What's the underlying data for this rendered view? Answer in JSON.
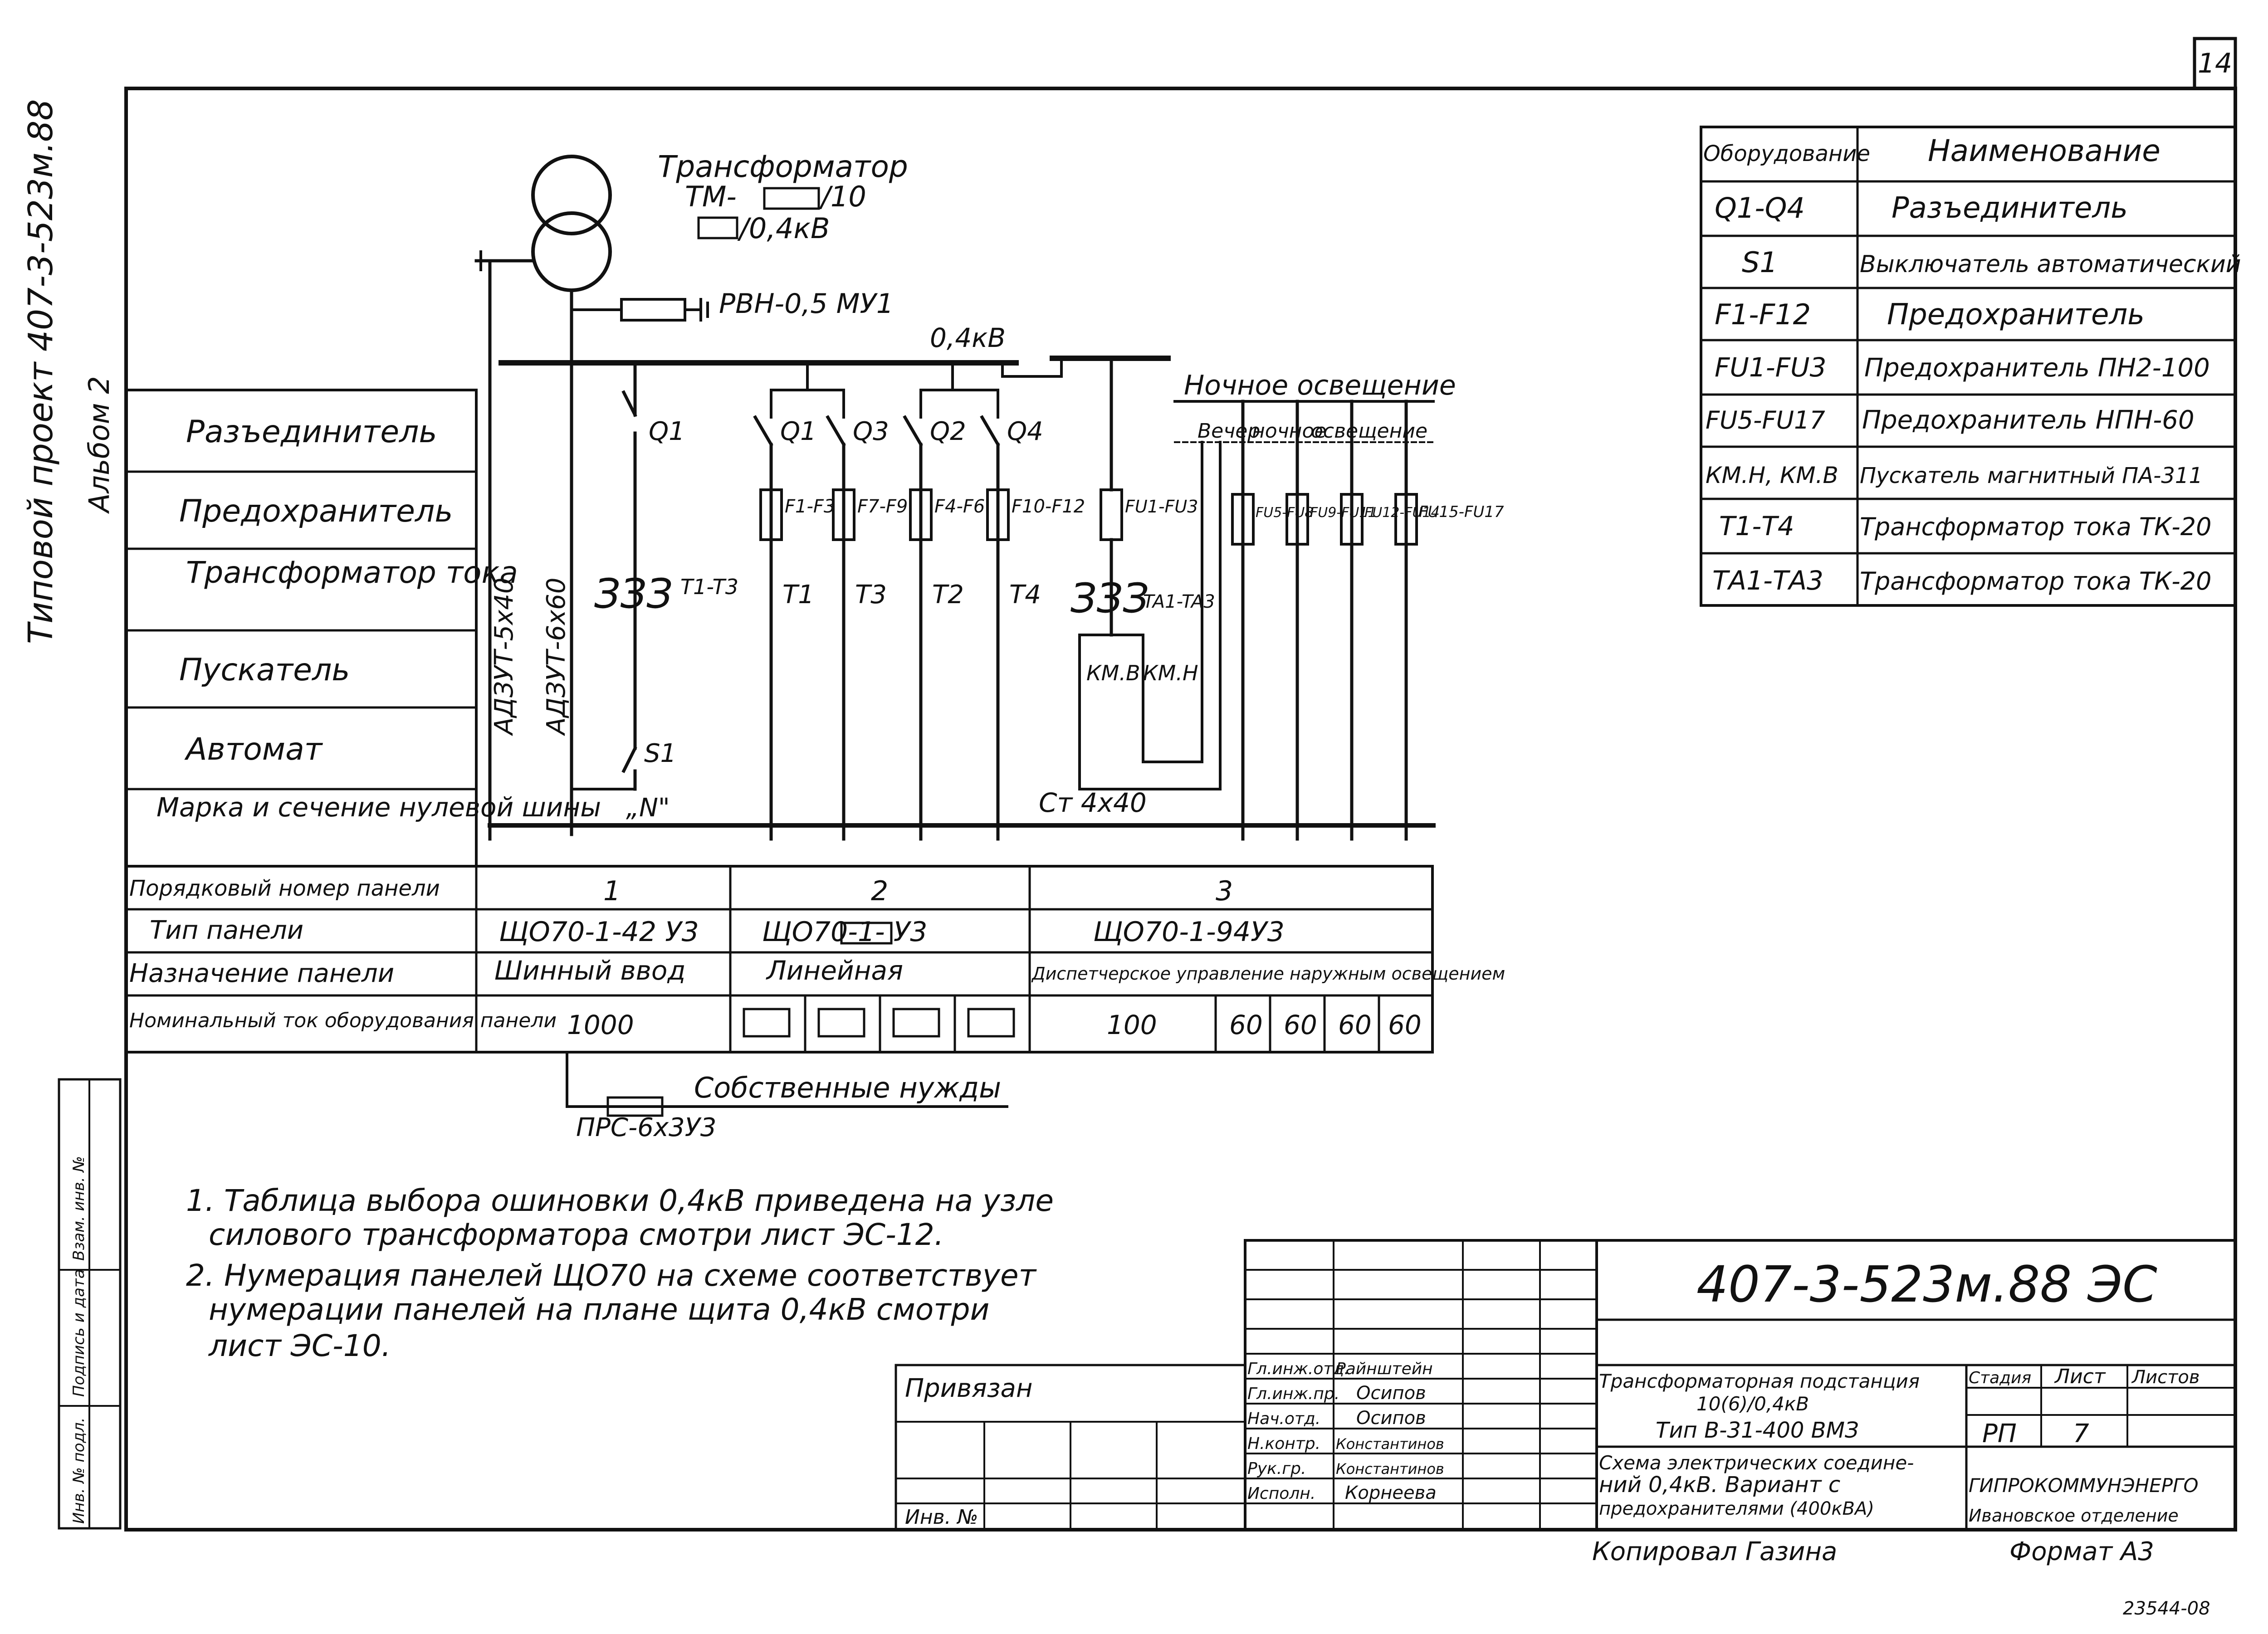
{
  "page_number": "14",
  "side_title": "Типовой проект 407-3-523м.88",
  "side_album": "Альбом 2",
  "transformer": {
    "title": "Трансформатор",
    "line1": "ТМ-",
    "line1b": "/10",
    "line2": "/0,4кВ"
  },
  "arrester": "РВН-0,5 МУ1",
  "bus_voltage": "0,4кВ",
  "night_lighting": "Ночное освещение",
  "night_sub": [
    "Вечер",
    "ночное",
    "освещение"
  ],
  "cable_labels": [
    "АДЗУТ-5х40",
    "АДЗУТ-6х60"
  ],
  "neutral_n": "„N\"",
  "neutral_bus": "Ст 4х40",
  "own_needs": "Собственные нужды",
  "own_needs_cable": "ПРС-6х3У3",
  "row_labels": [
    "Разъединитель",
    "Предохранитель",
    "Трансформатор тока",
    "Пускатель",
    "Автомат",
    "Марка и сечение нулевой шины"
  ],
  "devices": {
    "q1a": "Q1",
    "q1": "Q1",
    "q3": "Q3",
    "q2": "Q2",
    "q4": "Q4",
    "f1": "F1-F3",
    "f7": "F7-F9",
    "f4": "F4-F6",
    "f10": "F10-F12",
    "fu1": "FU1-FU3",
    "fu5": "FU5-FU8",
    "fu9": "FU9-FU11",
    "fu12": "FU12-FU14",
    "fu15": "FU15-FU17",
    "t1a": "T1-T3",
    "t1": "T1",
    "t3": "T3",
    "t2": "T2",
    "t4": "T4",
    "ta": "TA1-TA3",
    "kmb": "КМ.В",
    "kmh": "КМ.Н",
    "s1": "S1"
  },
  "panel_table": {
    "row_headers": [
      "Порядковый номер панели",
      "Тип панели",
      "Назначение панели",
      "Номинальный ток оборудования панели"
    ],
    "numbers": [
      "1",
      "2",
      "3"
    ],
    "types": [
      "ЩО70-1-42 У3",
      "ЩО70-1-     У3",
      "ЩО70-1-94У3"
    ],
    "purposes": [
      "Шинный ввод",
      "Линейная",
      "Диспетчерское управление наружным освещением"
    ],
    "currents_p1": "1000",
    "currents_p3": [
      "100",
      "60",
      "60",
      "60",
      "60"
    ]
  },
  "legend": {
    "headers": [
      "Оборудование",
      "Наименование"
    ],
    "rows": [
      [
        "Q1-Q4",
        "Разъединитель"
      ],
      [
        "S1",
        "Выключатель автоматический"
      ],
      [
        "F1-F12",
        "Предохранитель"
      ],
      [
        "FU1-FU3",
        "Предохранитель ПН2-100"
      ],
      [
        "FU5-FU17",
        "Предохранитель НПН-60"
      ],
      [
        "КМ.Н, КМ.В",
        "Пускатель магнитный ПА-311"
      ],
      [
        "Т1-Т4",
        "Трансформатор тока ТК-20"
      ],
      [
        "ТА1-ТА3",
        "Трансформатор тока ТК-20"
      ]
    ]
  },
  "notes": [
    "1. Таблица выбора ошиновки 0,4кВ приведена на узле",
    "силового трансформатора смотри лист ЭС-12.",
    "2. Нумерация панелей ЩО70 на схеме соответствует",
    "нумерации панелей на плане щита 0,4кВ смотри",
    "лист ЭС-10."
  ],
  "title_block": {
    "code": "407-3-523м.88 ЭС",
    "privyazan": "Привязан",
    "inv": "Инв. №",
    "roles": [
      "Гл.инж.отд.",
      "Гл.инж.пр.",
      "Нач.отд.",
      "Н.контр.",
      "Рук.гр.",
      "Исполн."
    ],
    "names": [
      "Райнштейн",
      "Осипов",
      "Осипов",
      "Константинов",
      "Константинов",
      "Корнеева"
    ],
    "project_title": [
      "Трансформаторная подстанция",
      "10(6)/0,4кВ",
      "Тип В-31-400 ВМЗ"
    ],
    "sheet_title": [
      "Схема электрических соедине-",
      "ний 0,4кВ. Вариант с",
      "предохранителями (400кВА)"
    ],
    "stage_label": "Стадия",
    "sheet_label": "Лист",
    "sheets_label": "Листов",
    "stage": "РП",
    "sheet": "7",
    "org": [
      "ГИПРОКОММУНЭНЕРГО",
      "Ивановское отделение"
    ],
    "copied": "Копировал Газина",
    "format": "Формат А3",
    "bottom_code": "23544-08"
  },
  "side_stamp": [
    "Взам. инв. №",
    "Подпись и дата",
    "Инв. № подл."
  ]
}
